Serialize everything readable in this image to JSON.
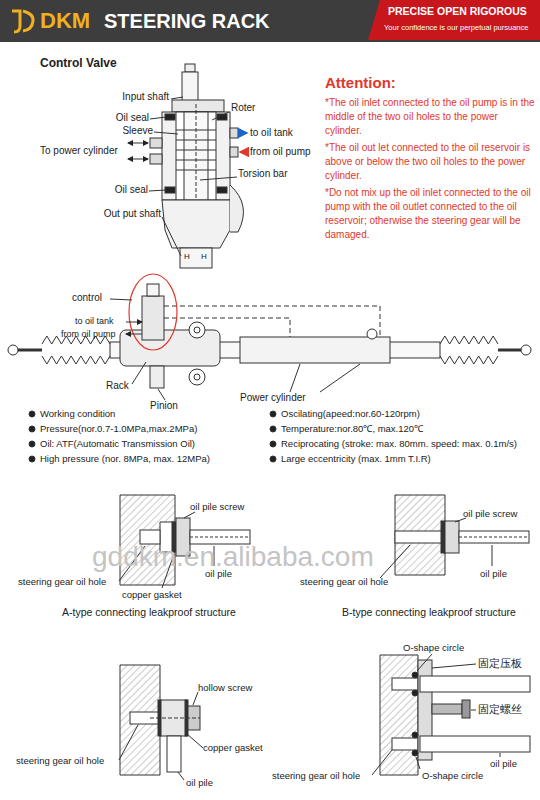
{
  "diagram": {
    "nodes": [
      {
        "text": [
          "DKM",
          "STEERING RACK"
        ]
      },
      {
        "text": [
          "PRECISE OPEN RIGOROUS",
          "Your confidence is our perpetual pursuance"
        ],
        "in": 0
      }
    ],
    "labels": [
      "Control Valve",
      "Input shaft",
      "Roter",
      "Oil seal",
      "Sleeve",
      "to oil tank",
      "from oil pump",
      "To power cylinder",
      "Torsion bar",
      "Oil seal",
      "Out put shaft",
      "H",
      "H",
      "Attention:",
      "*The oil inlet connected to the oil pump is in the middle of the two oil holes to the power cylinder.",
      "*The oil out let connected to the oil reservoir is above or below the two oil holes to the power cylinder.",
      "*Do not mix up the oil inlet connected to the oil pump with  the oil outlet connected to the oil reservoir; otherwise the steering gear will be damaged.",
      "control",
      "to oil tank",
      "from oil pump",
      "Rack",
      "Pinion",
      "Power cylinder",
      "Working condition",
      "Pressure(nor.0.7-1.0MPa,max.2MPa)",
      "Oil: ATF(Automatic Transmission Oil)",
      "High pressure (nor. 8MPa, max. 12MPa)",
      "Oscilating(apeed:nor.60-120rpm)",
      "Temperature:nor.80℃, max.120℃",
      "Reciprocating (stroke: max. 80mm. speed: max. 0.1m/s)",
      "Large eccentricity (max. 1mm T.I.R)",
      "oil pile screw",
      "steering gear oil hole",
      "copper gasket",
      "oil pile",
      "A-type connecting leakproof structure",
      "oil pile screw",
      "steering gear oil hole",
      "oil pile",
      "B-type connecting leakproof structure",
      "gddkm.en.alibaba.com",
      "hollow screw",
      "copper gasket",
      "steering gear oil hole",
      "oil pile",
      "O-shape circle",
      "固定压板",
      "固定螺丝",
      "oil pile",
      "steering gear oil hole",
      "O-shape circle"
    ]
  }
}
